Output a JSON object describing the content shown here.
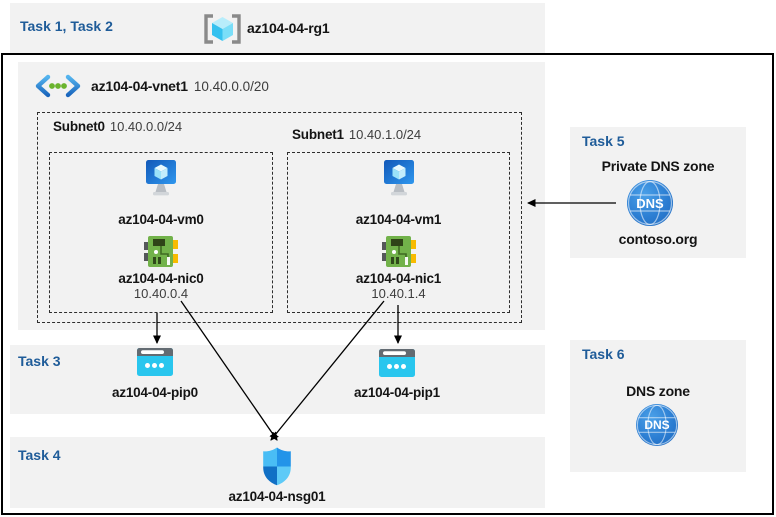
{
  "palette": {
    "band_bg": "#f2f2f2",
    "task_blue": "#1f5c99",
    "pip_cyan": "#29c6ee",
    "nic_green": "#72b24a",
    "dns_blue": "#2b7dd2",
    "shield_blue": "#2d9ce8",
    "arrow_black": "#000000"
  },
  "header": {
    "tasks": "Task 1, Task 2",
    "resource_group": "az104-04-rg1"
  },
  "vnet": {
    "name": "az104-04-vnet1",
    "cidr": "10.40.0.0/20",
    "subnets": [
      {
        "name": "Subnet0",
        "cidr": "10.40.0.0/24",
        "vm": "az104-04-vm0",
        "nic": "az104-04-nic0",
        "ip": "10.40.0.4"
      },
      {
        "name": "Subnet1",
        "cidr": "10.40.1.0/24",
        "vm": "az104-04-vm1",
        "nic": "az104-04-nic1",
        "ip": "10.40.1.4"
      }
    ]
  },
  "task3": {
    "label": "Task 3",
    "pip0": "az104-04-pip0",
    "pip1": "az104-04-pip1"
  },
  "task4": {
    "label": "Task 4",
    "nsg": "az104-04-nsg01"
  },
  "task5": {
    "label": "Task 5",
    "title": "Private DNS zone",
    "zone": "contoso.org",
    "dns_text": "DNS"
  },
  "task6": {
    "label": "Task 6",
    "title": "DNS zone",
    "dns_text": "DNS"
  }
}
